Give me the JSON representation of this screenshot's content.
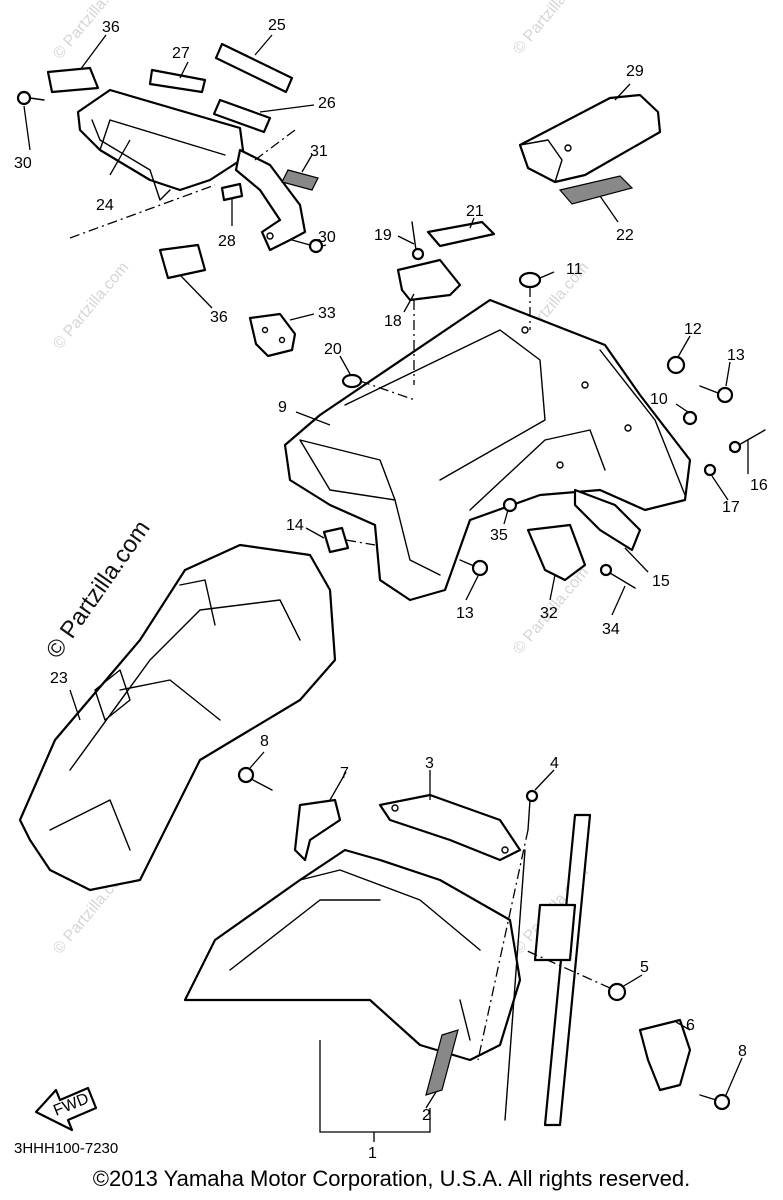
{
  "diagram": {
    "code": "3HHH100-7230",
    "copyright": "©2013  Yamaha Motor Corporation, U.S.A. All rights reserved.",
    "fwd_label": "FWD",
    "watermark": "© Partzilla.com",
    "callouts": [
      "1",
      "2",
      "3",
      "4",
      "5",
      "6",
      "7",
      "8",
      "9",
      "10",
      "11",
      "12",
      "13",
      "14",
      "15",
      "16",
      "17",
      "18",
      "19",
      "20",
      "21",
      "22",
      "23",
      "24",
      "25",
      "26",
      "27",
      "28",
      "29",
      "30",
      "31",
      "32",
      "33",
      "34",
      "35",
      "36"
    ]
  },
  "colors": {
    "ink": "#000000",
    "watermark": "#d6d6d6",
    "background": "#ffffff"
  }
}
